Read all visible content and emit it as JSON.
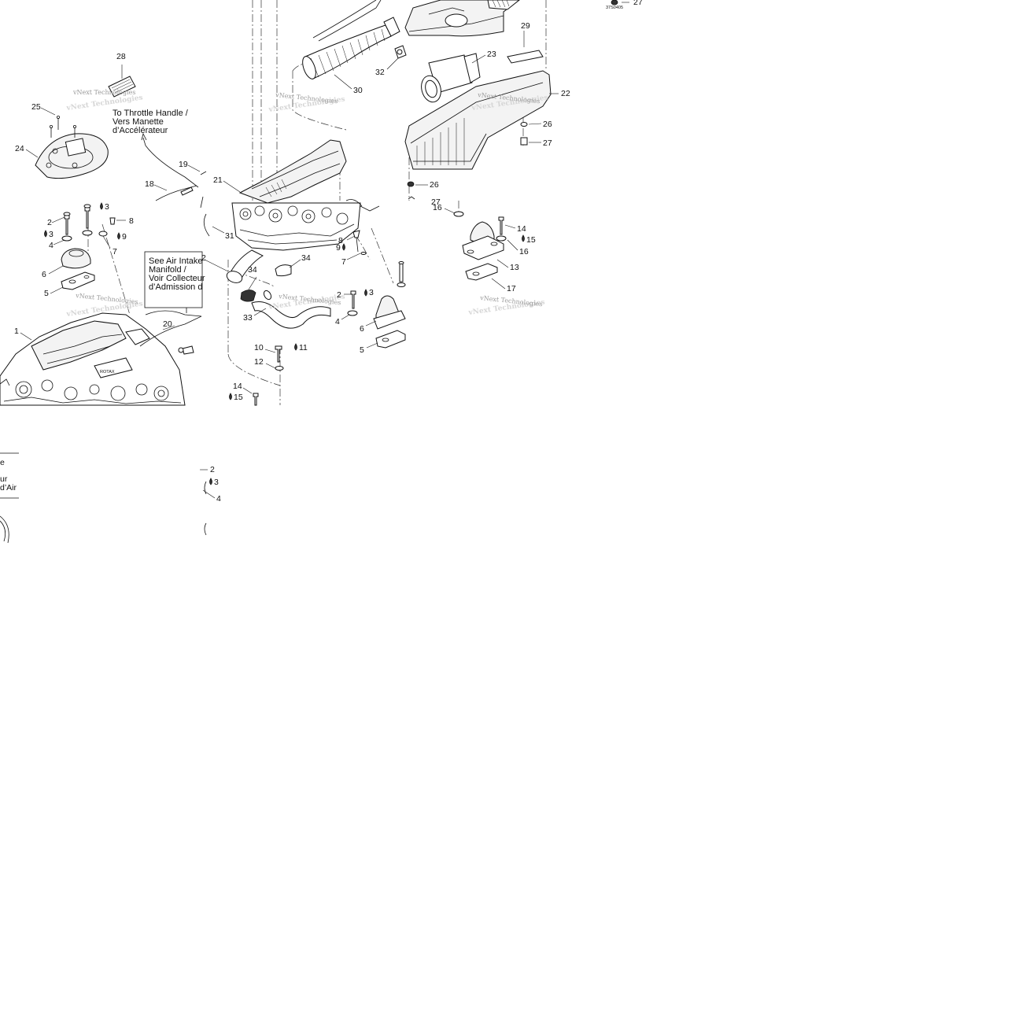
{
  "diagram_code": "37S0405",
  "watermark": "vNext Technologies",
  "notes": {
    "throttle": [
      "To Throttle Handle /",
      "Vers Manette",
      "d’Accélérateur"
    ],
    "air_intake": [
      "See Air Intake",
      "Manifold /",
      "Voir Collecteur",
      "d’Admission d"
    ],
    "lower_left": [
      "e",
      "ur",
      "d’Air"
    ]
  },
  "callouts": {
    "c27_top": "27",
    "c28": "28",
    "c25": "25",
    "c24": "24",
    "c2_l": "2",
    "c3_l": "3",
    "c3_l2": "3",
    "c8_l": "8",
    "c9_l": "9",
    "c4_l": "4",
    "c7_l": "7",
    "c6_l": "6",
    "c5_l": "5",
    "c1": "1",
    "c20": "20",
    "c18": "18",
    "c19": "19",
    "c21": "21",
    "c31": "31",
    "c2_m": "2",
    "c34_a": "34",
    "c34_b": "34",
    "c33": "33",
    "c30": "30",
    "c32": "32",
    "c8_m": "8",
    "c9_m": "9",
    "c7_m": "7",
    "c2_m2": "2",
    "c3_m2": "3",
    "c4_m2": "4",
    "c6_m2": "6",
    "c5_m2": "5",
    "c10": "10",
    "c11": "11",
    "c12": "12",
    "c14_l": "14",
    "c15_l": "15",
    "c29": "29",
    "c23": "23",
    "c22": "22",
    "c26_a": "26",
    "c27_a": "27",
    "c26_b": "26",
    "c27_b": "27",
    "c16_a": "16",
    "c14_r": "14",
    "c15_r": "15",
    "c16_b": "16",
    "c13": "13",
    "c17": "17",
    "c2_b": "2",
    "c3_b": "3",
    "c4_b": "4"
  }
}
